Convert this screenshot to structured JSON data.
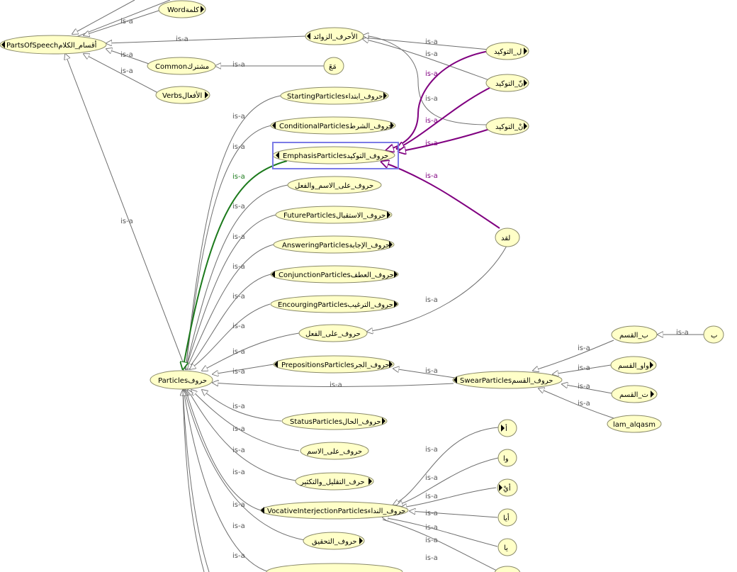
{
  "diagram": {
    "edge_label": "is-a",
    "colors": {
      "node_fill": "#ffffc8",
      "edge_default": "#6e6e6e",
      "edge_highlight_purple": "#800080",
      "edge_highlight_green": "#1c7a1c",
      "selection": "#7b7be6"
    },
    "nodes": {
      "word": "Wordكلمة",
      "parts_of_speech": "PartsOfSpeechأقسام_الكلام",
      "zawaed": "الأحرف_الزوائد",
      "common": "Commonمشترك",
      "verbs": "Verbsالأفعال",
      "maa": "مَعَ",
      "lam_tawkeed": "ل_التوكيد",
      "nun_tawkeed_1": "نّ_التوكيد",
      "nun_tawkeed_2": "نْ_التوكيد",
      "starting": "StartingParticlesحروف_ابتداء",
      "conditional": "ConditionalParticlesحروف_الشرط",
      "emphasis": "EmphasisParticlesحروف_التوكيد",
      "ism_fiil": "حروف_على_الاسم_والفعل",
      "future": "FutureParticlesحروف_الاستقبال",
      "answering": "AnsweringParticlesحروف_الإجابة",
      "conjunction": "ConjunctionParticlesحروف_العطف",
      "encourging": "EncourgingParticlesحروف_الترغيب",
      "laqad": "لقد",
      "ala_fiil": "حروف_على_الفعل",
      "prepositions": "PrepositionsParticlesحروف_الجر",
      "particles": "Particlesحروف",
      "swear": "SwearParticlesحروف_القسم",
      "ba_qasam": "ب_القسم",
      "ba": "ب",
      "waw_qasam": "واو_القسم",
      "ta_qasam": "ت_القسم",
      "lam_alqasm": "lam_alqasm",
      "status": "StatusParticlesحروف_الحال",
      "ala_ism": "حروف_على_الاسم",
      "taqleel": "حرف_التقليل_والتكثير",
      "vocative": "VocativeInterjectionParticlesحروف_النداء",
      "tahqeeq": "حروف_التحقيق",
      "alif": "أ",
      "wa": "وا",
      "ay": "أيْ",
      "aya": "أيا",
      "ya": "يا"
    }
  }
}
